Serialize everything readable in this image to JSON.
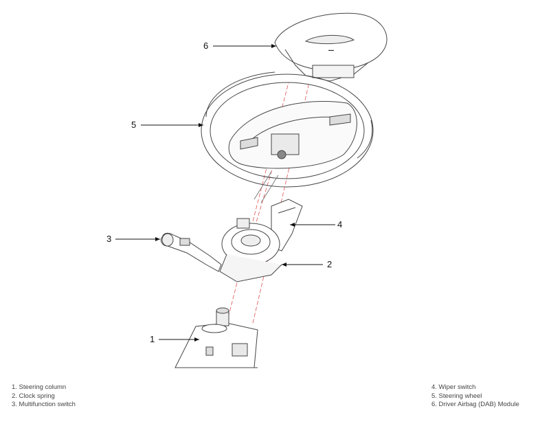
{
  "callouts": [
    {
      "num": "1"
    },
    {
      "num": "2"
    },
    {
      "num": "3"
    },
    {
      "num": "4"
    },
    {
      "num": "5"
    },
    {
      "num": "6"
    }
  ],
  "legend": {
    "left": [
      "1. Steering column",
      "2. Clock spring",
      "3. Multifunction switch"
    ],
    "right": [
      "4. Wiper switch",
      "5. Steering wheel",
      "6. Driver Airbag (DAB) Module"
    ]
  },
  "colors": {
    "line": "#555555",
    "guide": "#e05050",
    "text": "#222222"
  }
}
